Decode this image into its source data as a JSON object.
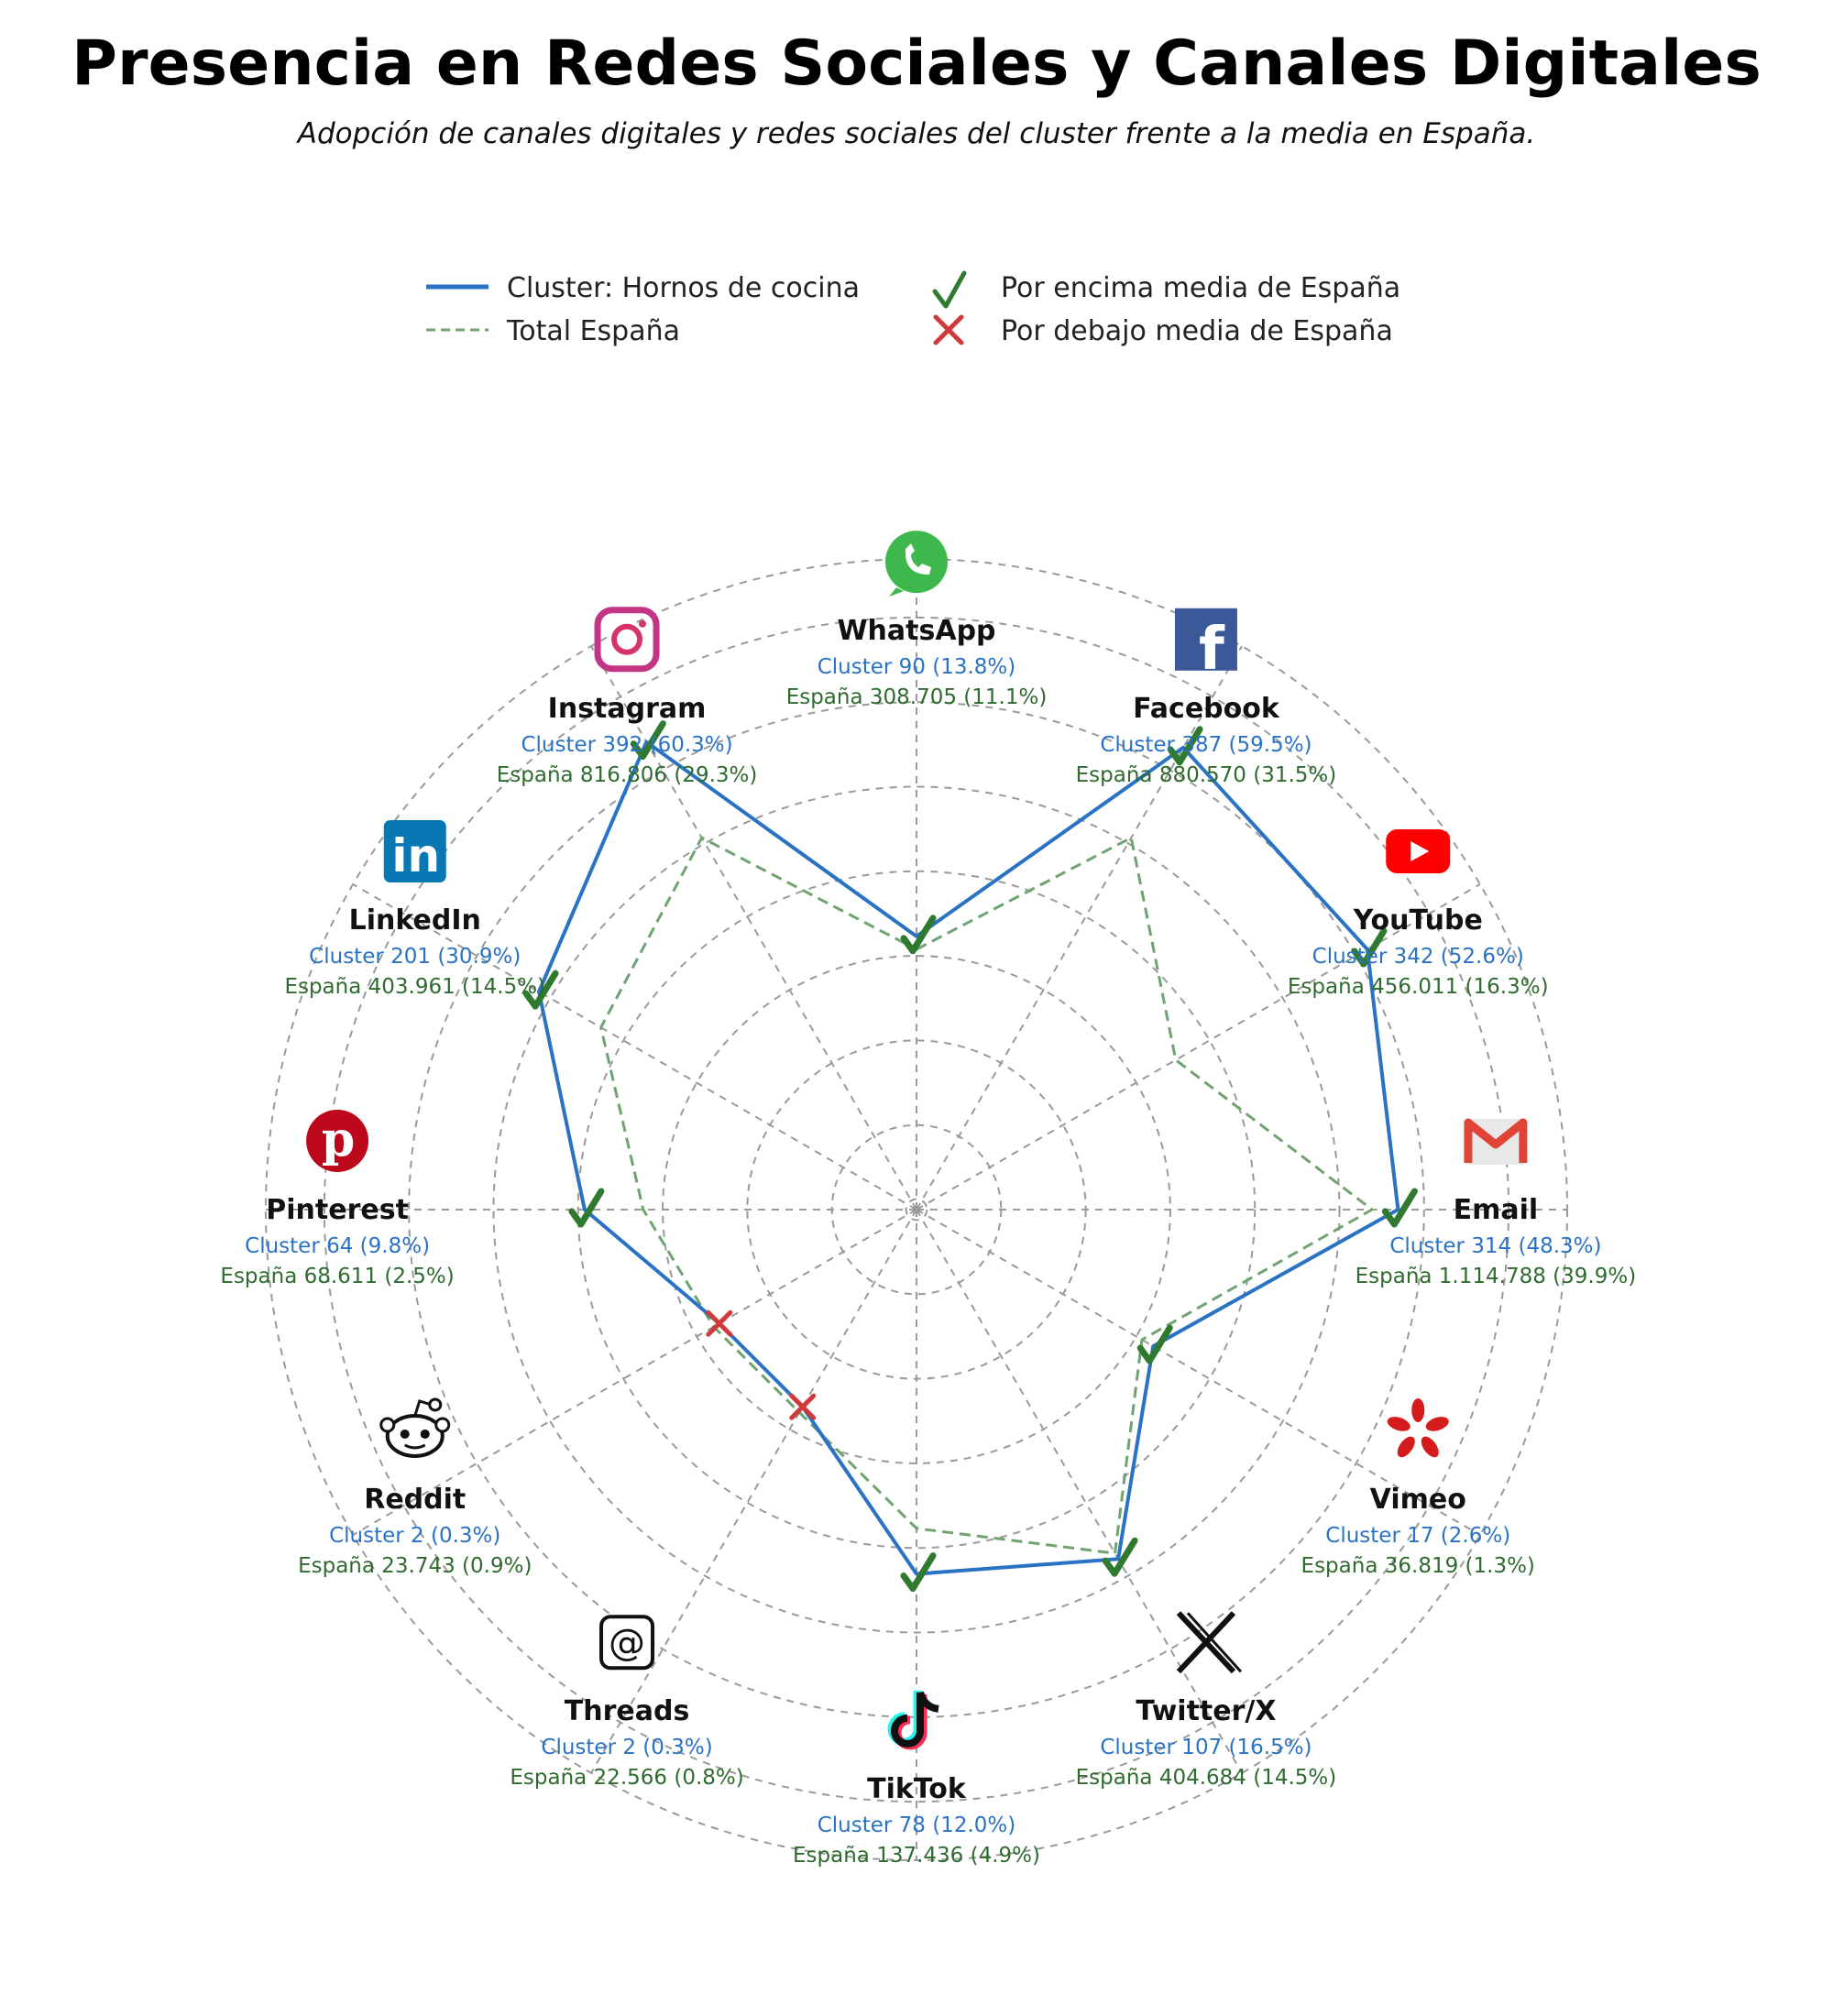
{
  "title": "Presencia en Redes Sociales y Canales Digitales",
  "subtitle": "Adopción de canales digitales y redes sociales del cluster frente a la media en España.",
  "legend": {
    "cluster_label": "Cluster: Hornos de cocina",
    "spain_label": "Total España",
    "above_label": "Por encima media de España",
    "below_label": "Por debajo media de España"
  },
  "colors": {
    "cluster": "#2a72c3",
    "spain": "#6fa36f",
    "above": "#2f7a2f",
    "below": "#d03a3a",
    "grid": "#9a9a9a"
  },
  "chart_data": {
    "type": "radar",
    "title": "Presencia en Redes Sociales y Canales Digitales",
    "subtitle": "Adopción de canales digitales y redes sociales del cluster frente a la media en España.",
    "series": [
      {
        "name": "Cluster: Hornos de cocina"
      },
      {
        "name": "Total España"
      }
    ],
    "channels": [
      {
        "name": "WhatsApp",
        "icon": "whatsapp-icon",
        "cluster_label": "Cluster 90 (13.8%)",
        "spain_label": "España 308.705 (11.1%)",
        "cluster_pct": 13.8,
        "spain_pct": 11.1,
        "cluster_r": 0.42,
        "spain_r": 0.4,
        "status": "above"
      },
      {
        "name": "Facebook",
        "icon": "facebook-icon",
        "cluster_label": "Cluster 387 (59.5%)",
        "spain_label": "España 880.570 (31.5%)",
        "cluster_pct": 59.5,
        "spain_pct": 31.5,
        "cluster_r": 0.82,
        "spain_r": 0.66,
        "status": "above"
      },
      {
        "name": "YouTube",
        "icon": "youtube-icon",
        "cluster_label": "Cluster 342 (52.6%)",
        "spain_label": "España 456.011 (16.3%)",
        "cluster_pct": 52.6,
        "spain_pct": 16.3,
        "cluster_r": 0.8,
        "spain_r": 0.46,
        "status": "above"
      },
      {
        "name": "Email",
        "icon": "email-icon",
        "cluster_label": "Cluster 314 (48.3%)",
        "spain_label": "España 1.114.788 (39.9%)",
        "cluster_pct": 48.3,
        "spain_pct": 39.9,
        "cluster_r": 0.74,
        "spain_r": 0.7,
        "status": "above"
      },
      {
        "name": "Vimeo",
        "icon": "vimeo-icon",
        "cluster_label": "Cluster 17 (2.6%)",
        "spain_label": "España 36.819 (1.3%)",
        "cluster_pct": 2.6,
        "spain_pct": 1.3,
        "cluster_r": 0.42,
        "spain_r": 0.4,
        "status": "above"
      },
      {
        "name": "Twitter/X",
        "icon": "x-icon",
        "cluster_label": "Cluster 107 (16.5%)",
        "spain_label": "España 404.684 (14.5%)",
        "cluster_pct": 16.5,
        "spain_pct": 14.5,
        "cluster_r": 0.62,
        "spain_r": 0.61,
        "status": "above"
      },
      {
        "name": "TikTok",
        "icon": "tiktok-icon",
        "cluster_label": "Cluster 78 (12.0%)",
        "spain_label": "España 137.436 (4.9%)",
        "cluster_pct": 12.0,
        "spain_pct": 4.9,
        "cluster_r": 0.56,
        "spain_r": 0.49,
        "status": "above"
      },
      {
        "name": "Threads",
        "icon": "threads-icon",
        "cluster_label": "Cluster 2 (0.3%)",
        "spain_label": "España 22.566 (0.8%)",
        "cluster_pct": 0.3,
        "spain_pct": 0.8,
        "cluster_r": 0.35,
        "spain_r": 0.36,
        "status": "below"
      },
      {
        "name": "Reddit",
        "icon": "reddit-icon",
        "cluster_label": "Cluster 2 (0.3%)",
        "spain_label": "España 23.743 (0.9%)",
        "cluster_pct": 0.3,
        "spain_pct": 0.9,
        "cluster_r": 0.35,
        "spain_r": 0.36,
        "status": "below"
      },
      {
        "name": "Pinterest",
        "icon": "pinterest-icon",
        "cluster_label": "Cluster 64 (9.8%)",
        "spain_label": "España 68.611 (2.5%)",
        "cluster_pct": 9.8,
        "spain_pct": 2.5,
        "cluster_r": 0.51,
        "spain_r": 0.42,
        "status": "above"
      },
      {
        "name": "LinkedIn",
        "icon": "linkedin-icon",
        "cluster_label": "Cluster 201 (30.9%)",
        "spain_label": "España 403.961 (14.5%)",
        "cluster_pct": 30.9,
        "spain_pct": 14.5,
        "cluster_r": 0.67,
        "spain_r": 0.56,
        "status": "above"
      },
      {
        "name": "Instagram",
        "icon": "instagram-icon",
        "cluster_label": "Cluster 392 (60.3%)",
        "spain_label": "España 816.806 (29.3%)",
        "cluster_pct": 60.3,
        "spain_pct": 29.3,
        "cluster_r": 0.83,
        "spain_r": 0.66,
        "status": "above"
      }
    ]
  }
}
